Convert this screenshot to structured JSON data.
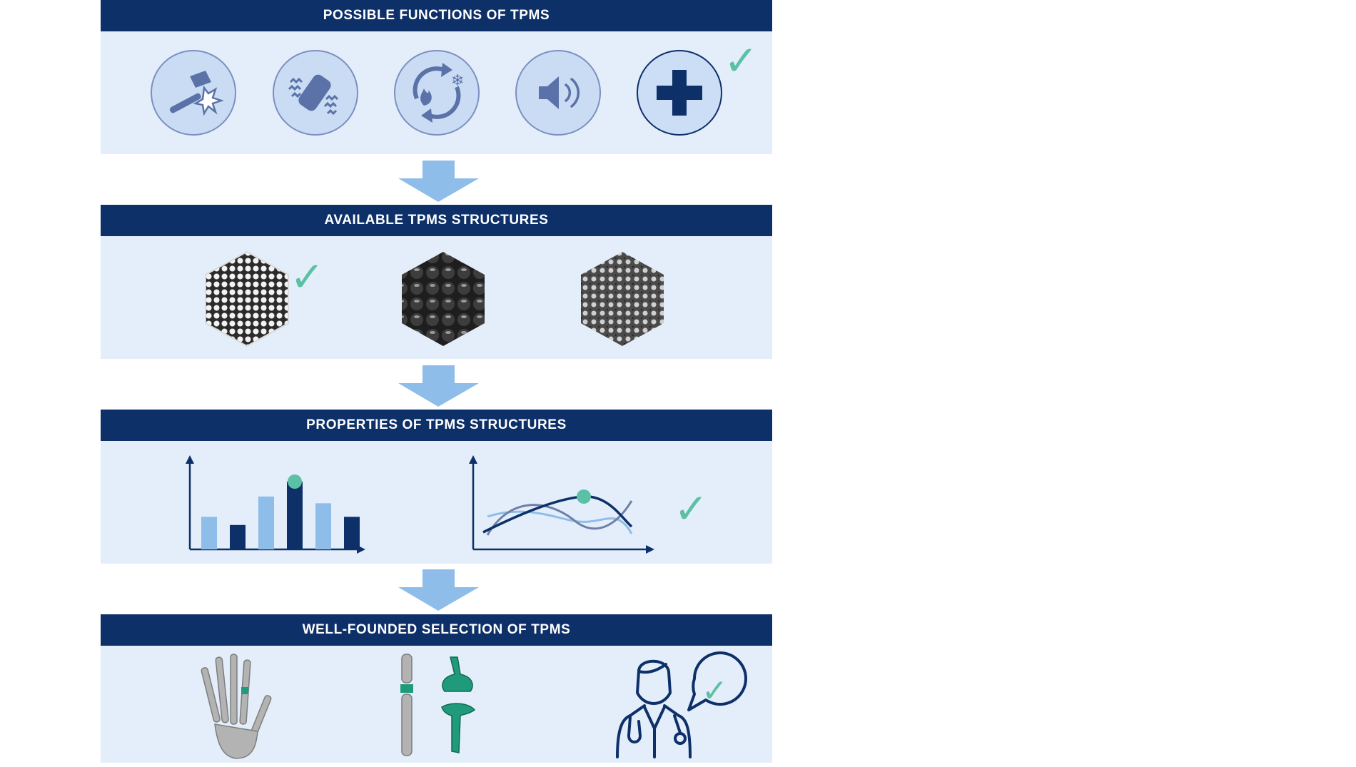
{
  "sections": [
    {
      "title": "POSSIBLE FUNCTIONS OF TPMS"
    },
    {
      "title": "AVAILABLE TPMS STRUCTURES"
    },
    {
      "title": "PROPERTIES OF TPMS STRUCTURES"
    },
    {
      "title": "WELL-FOUNDED SELECTION OF TPMS"
    }
  ],
  "functions": [
    {
      "icon": "hammer-impact-icon",
      "selected": false
    },
    {
      "icon": "vibration-damping-icon",
      "selected": false
    },
    {
      "icon": "heat-exchange-icon",
      "selected": false
    },
    {
      "icon": "sound-absorption-icon",
      "selected": false
    },
    {
      "icon": "medical-cross-icon",
      "selected": true
    }
  ],
  "structures": [
    {
      "icon": "tpms-lattice-light-icon",
      "selected": true
    },
    {
      "icon": "tpms-lattice-dark-icon",
      "selected": false
    },
    {
      "icon": "tpms-lattice-grid-icon",
      "selected": false
    }
  ],
  "properties_charts": [
    {
      "type": "bar",
      "values": [
        0.48,
        0.36,
        0.78,
        1.0,
        0.68,
        0.48
      ],
      "bar_colors": [
        "#8dbde8",
        "#0d3068",
        "#8dbde8",
        "#0d3068",
        "#8dbde8",
        "#0d3068"
      ],
      "highlight_index": 3
    },
    {
      "type": "line",
      "series": [
        {
          "color": "#0d3068"
        },
        {
          "color": "#6e7fa8"
        },
        {
          "color": "#8dbde8"
        }
      ],
      "highlight_series": 0
    }
  ],
  "colors": {
    "navy": "#0d3068",
    "panel_bg": "#e4eefa",
    "arrow": "#8dbde8",
    "check": "#5cc0a5",
    "icon": "#5b72a8"
  }
}
